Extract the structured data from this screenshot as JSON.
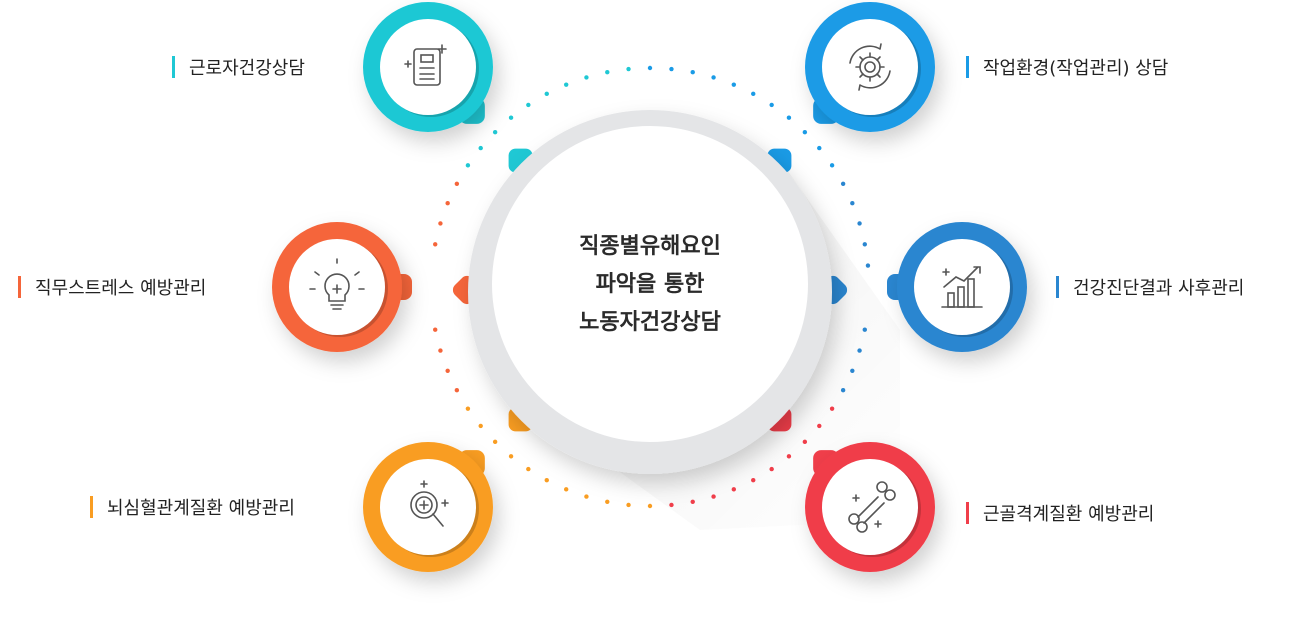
{
  "center": {
    "lines": [
      "직종별유해요인",
      "파악을 통한",
      "노동자건강상담"
    ]
  },
  "nodes": [
    {
      "id": "tl",
      "label": "근로자건강상담",
      "icon": "document-icon",
      "color": "#1fc8d4"
    },
    {
      "id": "tr",
      "label": "작업환경(작업관리) 상담",
      "icon": "gear-cycle-icon",
      "color": "#1a9be6"
    },
    {
      "id": "l",
      "label": "직무스트레스 예방관리",
      "icon": "lightbulb-icon",
      "color": "#f5653a"
    },
    {
      "id": "r",
      "label": "건강진단결과 사후관리",
      "icon": "growth-chart-icon",
      "color": "#2a86d0"
    },
    {
      "id": "bl",
      "label": "뇌심혈관계질환 예방관리",
      "icon": "magnifier-icon",
      "color": "#f99d22"
    },
    {
      "id": "br",
      "label": "근골격계질환 예방관리",
      "icon": "bone-icon",
      "color": "#f03e4a"
    }
  ]
}
